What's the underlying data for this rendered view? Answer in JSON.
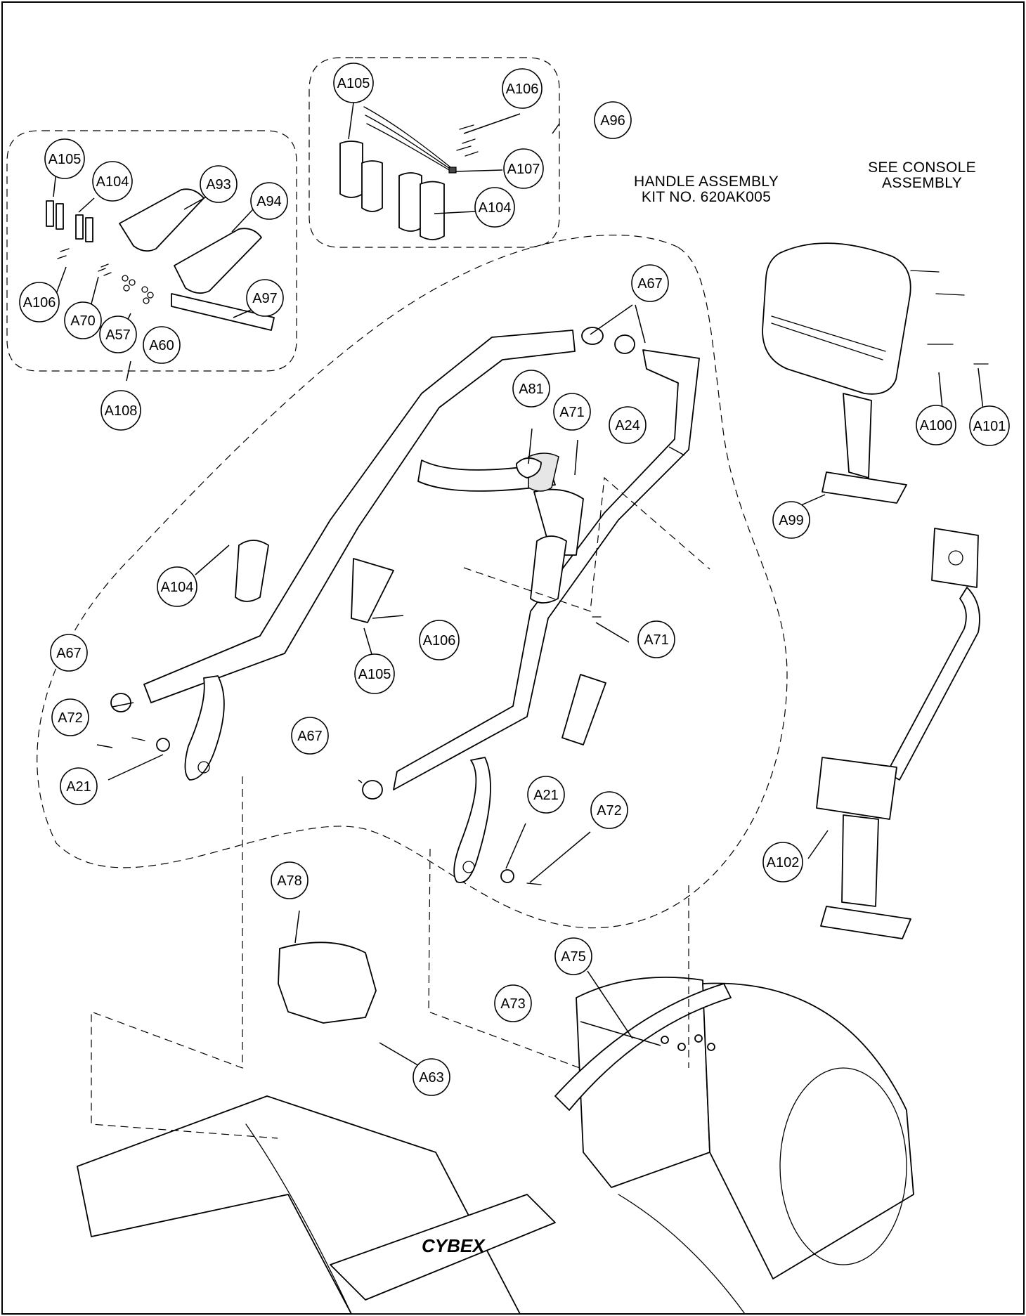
{
  "diagram": {
    "notes": {
      "handle_assembly": "HANDLE ASSEMBLY\nKIT NO. 620AK005",
      "console": "SEE CONSOLE\nASSEMBLY"
    },
    "callouts": [
      "A105",
      "A106",
      "A96",
      "A107",
      "A104",
      "A105",
      "A104",
      "A93",
      "A94",
      "A106",
      "A70",
      "A57",
      "A60",
      "A97",
      "A108",
      "A67",
      "A81",
      "A71",
      "A24",
      "A100",
      "A101",
      "A99",
      "A104",
      "A106",
      "A105",
      "A71",
      "A67",
      "A72",
      "A21",
      "A67",
      "A21",
      "A72",
      "A102",
      "A78",
      "A75",
      "A73",
      "A63"
    ],
    "brand_logo": "CYBEX"
  }
}
